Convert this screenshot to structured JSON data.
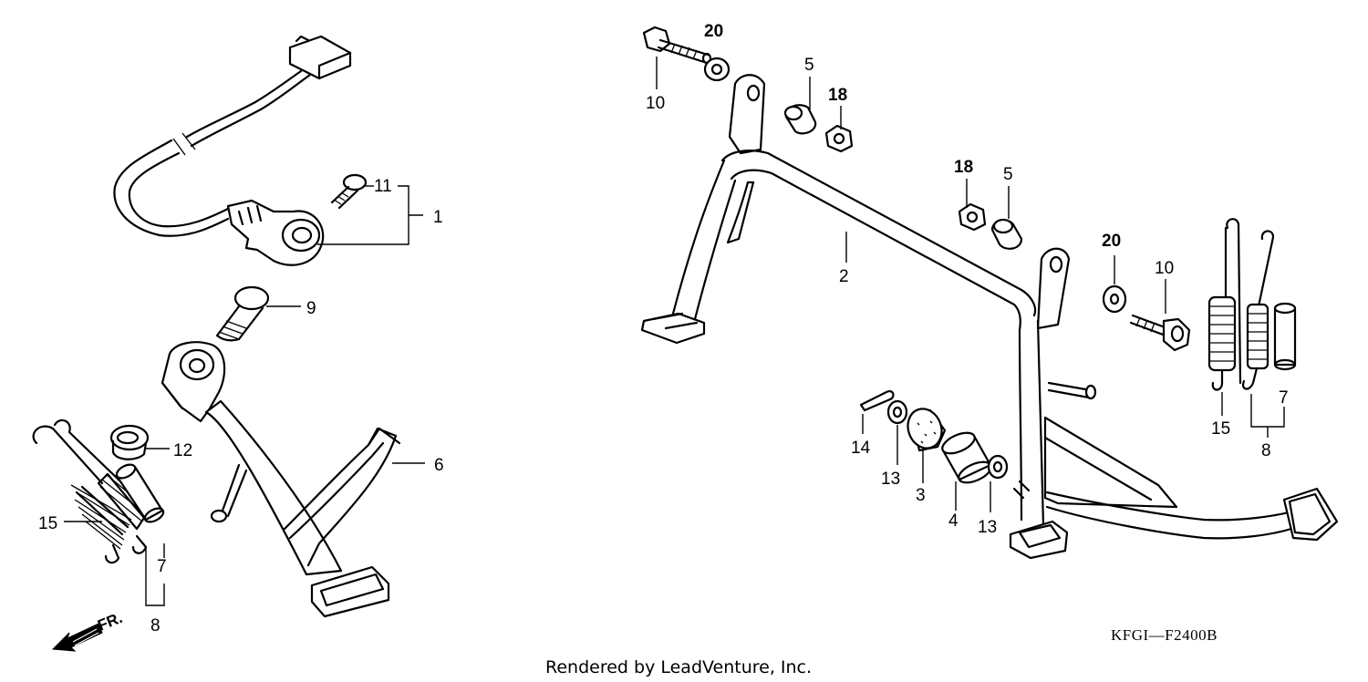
{
  "diagram_code": "KFGI—F2400B",
  "credit": "Rendered by LeadVenture, Inc.",
  "direction_label": "FR.",
  "callouts": {
    "c1": "1",
    "c2": "2",
    "c3": "3",
    "c4": "4",
    "c5a": "5",
    "c5b": "5",
    "c6": "6",
    "c7a": "7",
    "c7b": "7",
    "c8a": "8",
    "c8b": "8",
    "c9": "9",
    "c10a": "10",
    "c10b": "10",
    "c11": "11",
    "c12": "12",
    "c13a": "13",
    "c13b": "13",
    "c14": "14",
    "c15a": "15",
    "c15b": "15",
    "c18a": "18",
    "c18b": "18",
    "c20a": "20",
    "c20b": "20"
  }
}
